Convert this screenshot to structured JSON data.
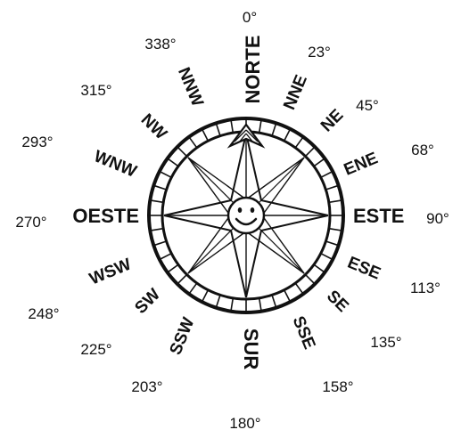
{
  "compass": {
    "cardinals": [
      {
        "id": "n",
        "label": "NORTE",
        "bearing": 0
      },
      {
        "id": "e",
        "label": "ESTE",
        "bearing": 90
      },
      {
        "id": "s",
        "label": "SUR",
        "bearing": 180
      },
      {
        "id": "w",
        "label": "OESTE",
        "bearing": 270
      }
    ],
    "intercardinals": [
      {
        "id": "nne",
        "label": "NNE",
        "bearing": 22.5
      },
      {
        "id": "ne",
        "label": "NE",
        "bearing": 45
      },
      {
        "id": "ene",
        "label": "ENE",
        "bearing": 67.5
      },
      {
        "id": "ese",
        "label": "ESE",
        "bearing": 112.5
      },
      {
        "id": "se",
        "label": "SE",
        "bearing": 135
      },
      {
        "id": "sse",
        "label": "SSE",
        "bearing": 157.5
      },
      {
        "id": "ssw",
        "label": "SSW",
        "bearing": 202.5
      },
      {
        "id": "sw",
        "label": "SW",
        "bearing": 225
      },
      {
        "id": "wsw",
        "label": "WSW",
        "bearing": 247.5
      },
      {
        "id": "wnw",
        "label": "WNW",
        "bearing": 292.5
      },
      {
        "id": "nw",
        "label": "NW",
        "bearing": 315
      },
      {
        "id": "nnw",
        "label": "NNW",
        "bearing": 337.5
      }
    ],
    "degree_labels": [
      {
        "id": "d0",
        "text": "0°"
      },
      {
        "id": "d23",
        "text": "23°"
      },
      {
        "id": "d45",
        "text": "45°"
      },
      {
        "id": "d68",
        "text": "68°"
      },
      {
        "id": "d90",
        "text": "90°"
      },
      {
        "id": "d113",
        "text": "113°"
      },
      {
        "id": "d135",
        "text": "135°"
      },
      {
        "id": "d158",
        "text": "158°"
      },
      {
        "id": "d180",
        "text": "180°"
      },
      {
        "id": "d203",
        "text": "203°"
      },
      {
        "id": "d225",
        "text": "225°"
      },
      {
        "id": "d248",
        "text": "248°"
      },
      {
        "id": "d270",
        "text": "270°"
      },
      {
        "id": "d293",
        "text": "293°"
      },
      {
        "id": "d315",
        "text": "315°"
      },
      {
        "id": "d338",
        "text": "338°"
      }
    ],
    "ring_segments": 40,
    "center_icon": "smiley-face-icon",
    "line_color": "#111111",
    "background_color": "#ffffff"
  }
}
